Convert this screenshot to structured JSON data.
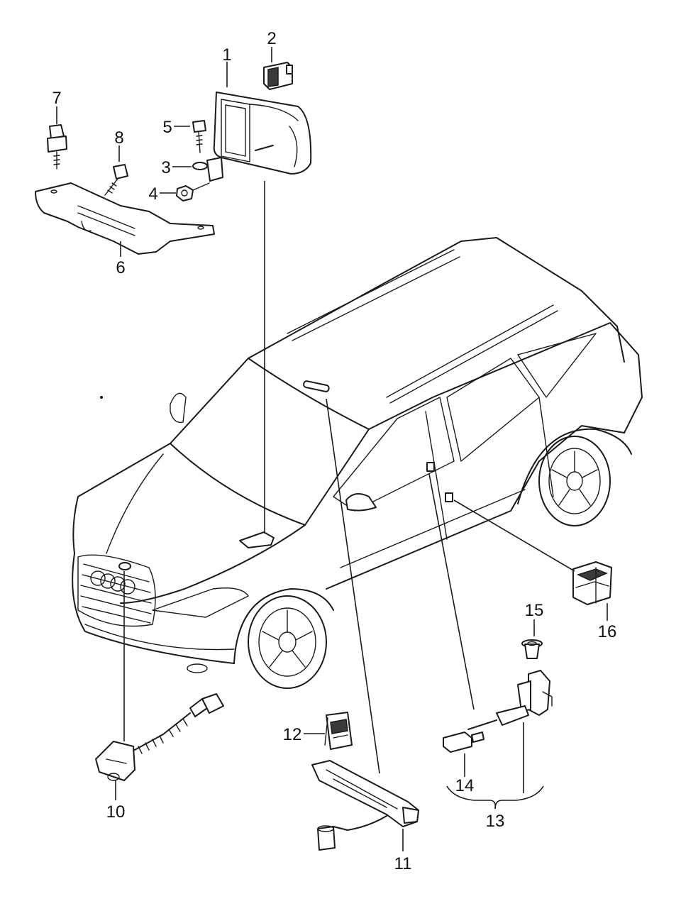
{
  "diagram": {
    "callouts": [
      {
        "id": "1",
        "text": "1"
      },
      {
        "id": "2",
        "text": "2"
      },
      {
        "id": "3",
        "text": "3"
      },
      {
        "id": "4",
        "text": "4"
      },
      {
        "id": "5",
        "text": "5"
      },
      {
        "id": "6",
        "text": "6"
      },
      {
        "id": "7",
        "text": "7"
      },
      {
        "id": "8",
        "text": "8"
      },
      {
        "id": "10",
        "text": "10"
      },
      {
        "id": "11",
        "text": "11"
      },
      {
        "id": "12",
        "text": "12"
      },
      {
        "id": "13",
        "text": "13"
      },
      {
        "id": "14",
        "text": "14"
      },
      {
        "id": "15",
        "text": "15"
      },
      {
        "id": "16",
        "text": "16"
      }
    ]
  }
}
